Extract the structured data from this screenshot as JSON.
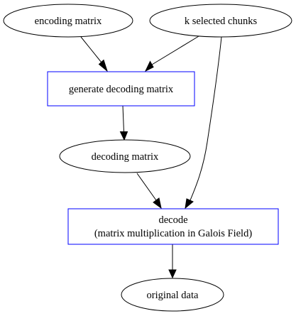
{
  "diagram": {
    "nodes": {
      "encoding_matrix": {
        "label": "encoding matrix",
        "shape": "ellipse"
      },
      "k_selected_chunks": {
        "label": "k selected chunks",
        "shape": "ellipse"
      },
      "generate_decoding_matrix": {
        "label": "generate decoding matrix",
        "shape": "box"
      },
      "decoding_matrix": {
        "label": "decoding matrix",
        "shape": "ellipse"
      },
      "decode": {
        "label_line1": "decode",
        "label_line2": "(matrix multiplication in Galois Field)",
        "shape": "box"
      },
      "original_data": {
        "label": "original data",
        "shape": "ellipse"
      }
    },
    "edges": [
      {
        "from": "encoding_matrix",
        "to": "generate_decoding_matrix"
      },
      {
        "from": "k_selected_chunks",
        "to": "generate_decoding_matrix"
      },
      {
        "from": "generate_decoding_matrix",
        "to": "decoding_matrix"
      },
      {
        "from": "decoding_matrix",
        "to": "decode"
      },
      {
        "from": "k_selected_chunks",
        "to": "decode"
      },
      {
        "from": "decode",
        "to": "original_data"
      }
    ],
    "colors": {
      "ellipse_stroke": "#000000",
      "box_stroke": "#0000ff",
      "edge": "#000000",
      "text": "#000000",
      "background": "#ffffff"
    }
  }
}
